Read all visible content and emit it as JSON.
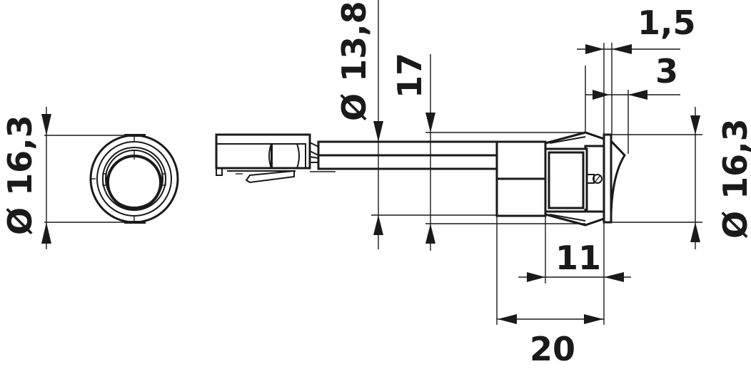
{
  "drawing": {
    "title": "Round rocker switch with connector - dimensional drawing",
    "line_color": "#1a1a1a",
    "background": "#ffffff",
    "views": {
      "front_view": {
        "dimension_diameter": "Ø 16,3"
      },
      "side_view": {
        "dimension_cable_diameter": "Ø 13,8",
        "dimension_mounting_height": "17",
        "dimension_bezel_thickness": "1,5",
        "dimension_rocker_protrusion": "3",
        "dimension_diameter": "Ø 16,3",
        "dimension_body_depth": "11",
        "dimension_total_depth": "20"
      }
    }
  }
}
